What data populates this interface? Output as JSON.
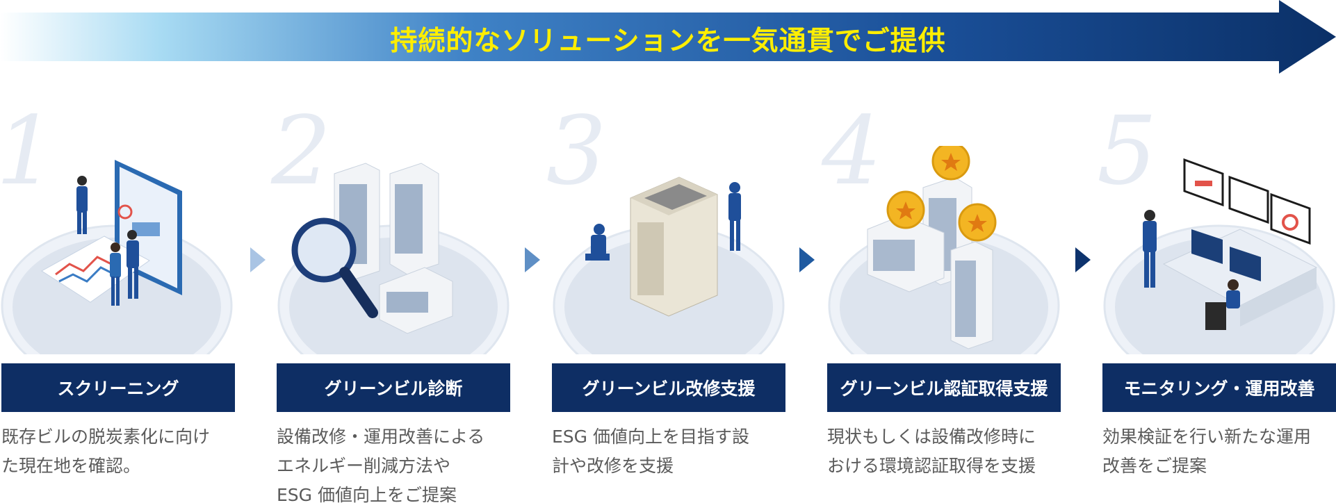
{
  "banner": {
    "title": "持続的なソリューションを一気通貫でご提供"
  },
  "steps": [
    {
      "number": "1",
      "label": "スクリーニング",
      "description": "既存ビルの脱炭素化に向け\nた現在地を確認。"
    },
    {
      "number": "2",
      "label": "グリーンビル診断",
      "description": "設備改修・運用改善による\nエネルギー削減方法や\nESG 価値向上をご提案"
    },
    {
      "number": "3",
      "label": "グリーンビル改修支援",
      "description": "ESG 価値向上を目指す設\n計や改修を支援"
    },
    {
      "number": "4",
      "label": "グリーンビル認証取得支援",
      "description": "現状もしくは設備改修時に\nおける環境認証取得を支援"
    },
    {
      "number": "5",
      "label": "モニタリング・運用改善",
      "description": "効果検証を行い新たな運用\n改善をご提案"
    }
  ],
  "colors": {
    "navy": "#0e2e64",
    "banner_start": "#eaf6fd",
    "banner_mid": "#3a7cc4",
    "banner_end": "#0c3570",
    "title_yellow": "#ffee00",
    "chevron_light": "#a9c4e4",
    "chevron_mid": "#5f8fc5",
    "chevron_dark": "#1f5aa0",
    "chevron_darkest": "#0d336d"
  }
}
